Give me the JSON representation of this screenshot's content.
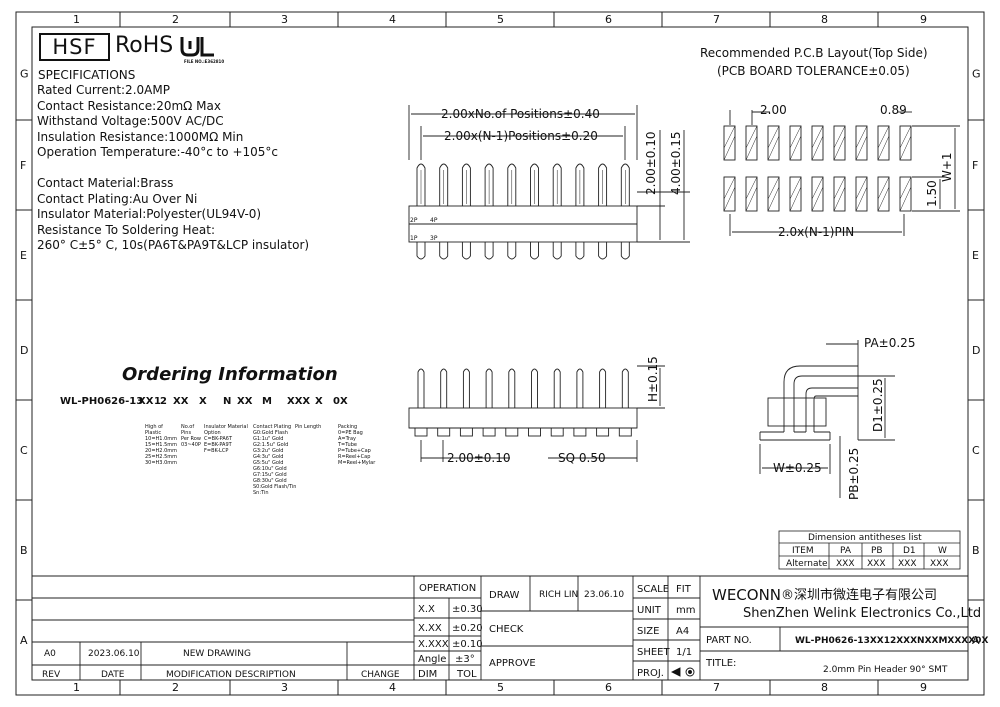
{
  "frame": {
    "columns": [
      "1",
      "2",
      "3",
      "4",
      "5",
      "6",
      "7",
      "8",
      "9"
    ],
    "rows": [
      "G",
      "F",
      "E",
      "D",
      "C",
      "B",
      "A"
    ]
  },
  "logos": {
    "hsf": "HSF",
    "rohs": "RoHS",
    "ul_file": "FILE NO.:E362810"
  },
  "specifications": {
    "heading": "SPECIFICATIONS",
    "lines": [
      "Rated Current:2.0AMP",
      "Contact Resistance:20mΩ Max",
      "Withstand Voltage:500V AC/DC",
      "Insulation Resistance:1000MΩ Min",
      "Operation Temperature:-40°c to +105°c",
      "",
      "Contact Material:Brass",
      "Contact Plating:Au Over Ni",
      "Insulator Material:Polyester(UL94V-0)",
      "Resistance To Soldering Heat:",
      "260° C±5° C, 10s(PA6T&PA9T&LCP insulator)"
    ]
  },
  "pcb_layout": {
    "title1": "Recommended P.C.B Layout(Top Side)",
    "title2": "(PCB BOARD TOLERANCE±0.05)",
    "dim_pitch": "2.00",
    "dim_pad_width": "0.89",
    "dim_row_spacing": "W+1",
    "dim_pad_length": "1.50",
    "dim_span": "2.0x(N-1)PIN"
  },
  "top_view": {
    "dim_total": "2.00xNo.of Positions±0.40",
    "dim_span": "2.00x(N-1)Positions±0.20",
    "dim_row_pitch": "2.00±0.10",
    "dim_body": "4.00±0.15",
    "pin_labels": [
      "2P",
      "4P",
      "1P",
      "3P"
    ]
  },
  "front_view": {
    "dim_height": "H±0.15",
    "dim_pitch": "2.00±0.10",
    "dim_square": "SQ 0.50"
  },
  "side_view": {
    "dim_pa": "PA±0.25",
    "dim_d1": "D1±0.25",
    "dim_pb": "PB±0.25",
    "dim_w": "W±0.25"
  },
  "ordering": {
    "title": "Ordering Information",
    "part": "WL-PH0626-13",
    "codes": [
      "XX",
      "1",
      "2",
      "XX",
      "X",
      "N",
      "XX",
      "M",
      "XXX",
      "X",
      "0X"
    ],
    "legend_high": [
      "High of",
      "Plastic",
      "10=H1.0mm",
      "15=H1.5mm",
      "20=H2.0mm",
      "25=H2.5mm",
      "30=H3.0mm"
    ],
    "legend_pins": [
      "No.of",
      "Pins",
      "Per Row",
      "03~40P"
    ],
    "legend_insulator": [
      "Insulator Material",
      "Option",
      "C=BK-PA6T",
      "E=BK-PA9T",
      "F=BK-LCP"
    ],
    "legend_plating": [
      "Contact Plating",
      "G0:Gold Flash",
      "G1:1u\" Gold",
      "G2:1.5u\" Gold",
      "G3:2u\" Gold",
      "G4:3u\" Gold",
      "G5:5u\" Gold",
      "G6:10u\" Gold",
      "G7:15u\" Gold",
      "G8:30u\" Gold",
      "S0:Gold Flash/Tin",
      "Sn:Tin"
    ],
    "legend_pin_length": [
      "Pin Length"
    ],
    "legend_packing": [
      "Packing",
      "0=PE Bag",
      "A=Tray",
      "T=Tube",
      "P=Tube+Cap",
      "R=Reel+Cap",
      "M=Reel+Mylar"
    ]
  },
  "dimension_table": {
    "title": "Dimension antitheses list",
    "headers": [
      "ITEM",
      "PA",
      "PB",
      "D1",
      "W"
    ],
    "row": [
      "Alternate",
      "XXX",
      "XXX",
      "XXX",
      "XXX"
    ]
  },
  "title_block": {
    "revision": {
      "rev": "A0",
      "date": "2023.06.10",
      "desc": "NEW DRAWING"
    },
    "rev_headers": [
      "REV",
      "DATE",
      "MODIFICATION DESCRIPTION",
      "CHANGE"
    ],
    "operation": "OPERATION",
    "tolerances": [
      [
        "X.X",
        "±0.30"
      ],
      [
        "X.XX",
        "±0.20"
      ],
      [
        "X.XXX",
        "±0.10"
      ],
      [
        "Angle",
        "±3°"
      ]
    ],
    "dim": "DIM",
    "tol": "TOL",
    "draw": "DRAW",
    "check": "CHECK",
    "approve": "APPROVE",
    "drawer": "RICH LIN",
    "draw_date": "23.06.10",
    "scale_label": "SCALE",
    "scale_value": "FIT",
    "unit_label": "UNIT",
    "unit_value": "mm",
    "size_label": "SIZE",
    "size_value": "A4",
    "sheet_label": "SHEET",
    "sheet_value": "1/1",
    "proj_label": "PROJ.",
    "company_en": "WECONN",
    "company_cn": "®深圳市微连电子有限公司",
    "company_full": "ShenZhen Welink Electronics Co.,Ltd",
    "part_no_label": "PART NO.",
    "part_no": "WL-PH0626-13XX12XXXNXXMXXXX0X",
    "title_label": "TITLE:",
    "title": "2.0mm Pin Header 90° SMT"
  }
}
